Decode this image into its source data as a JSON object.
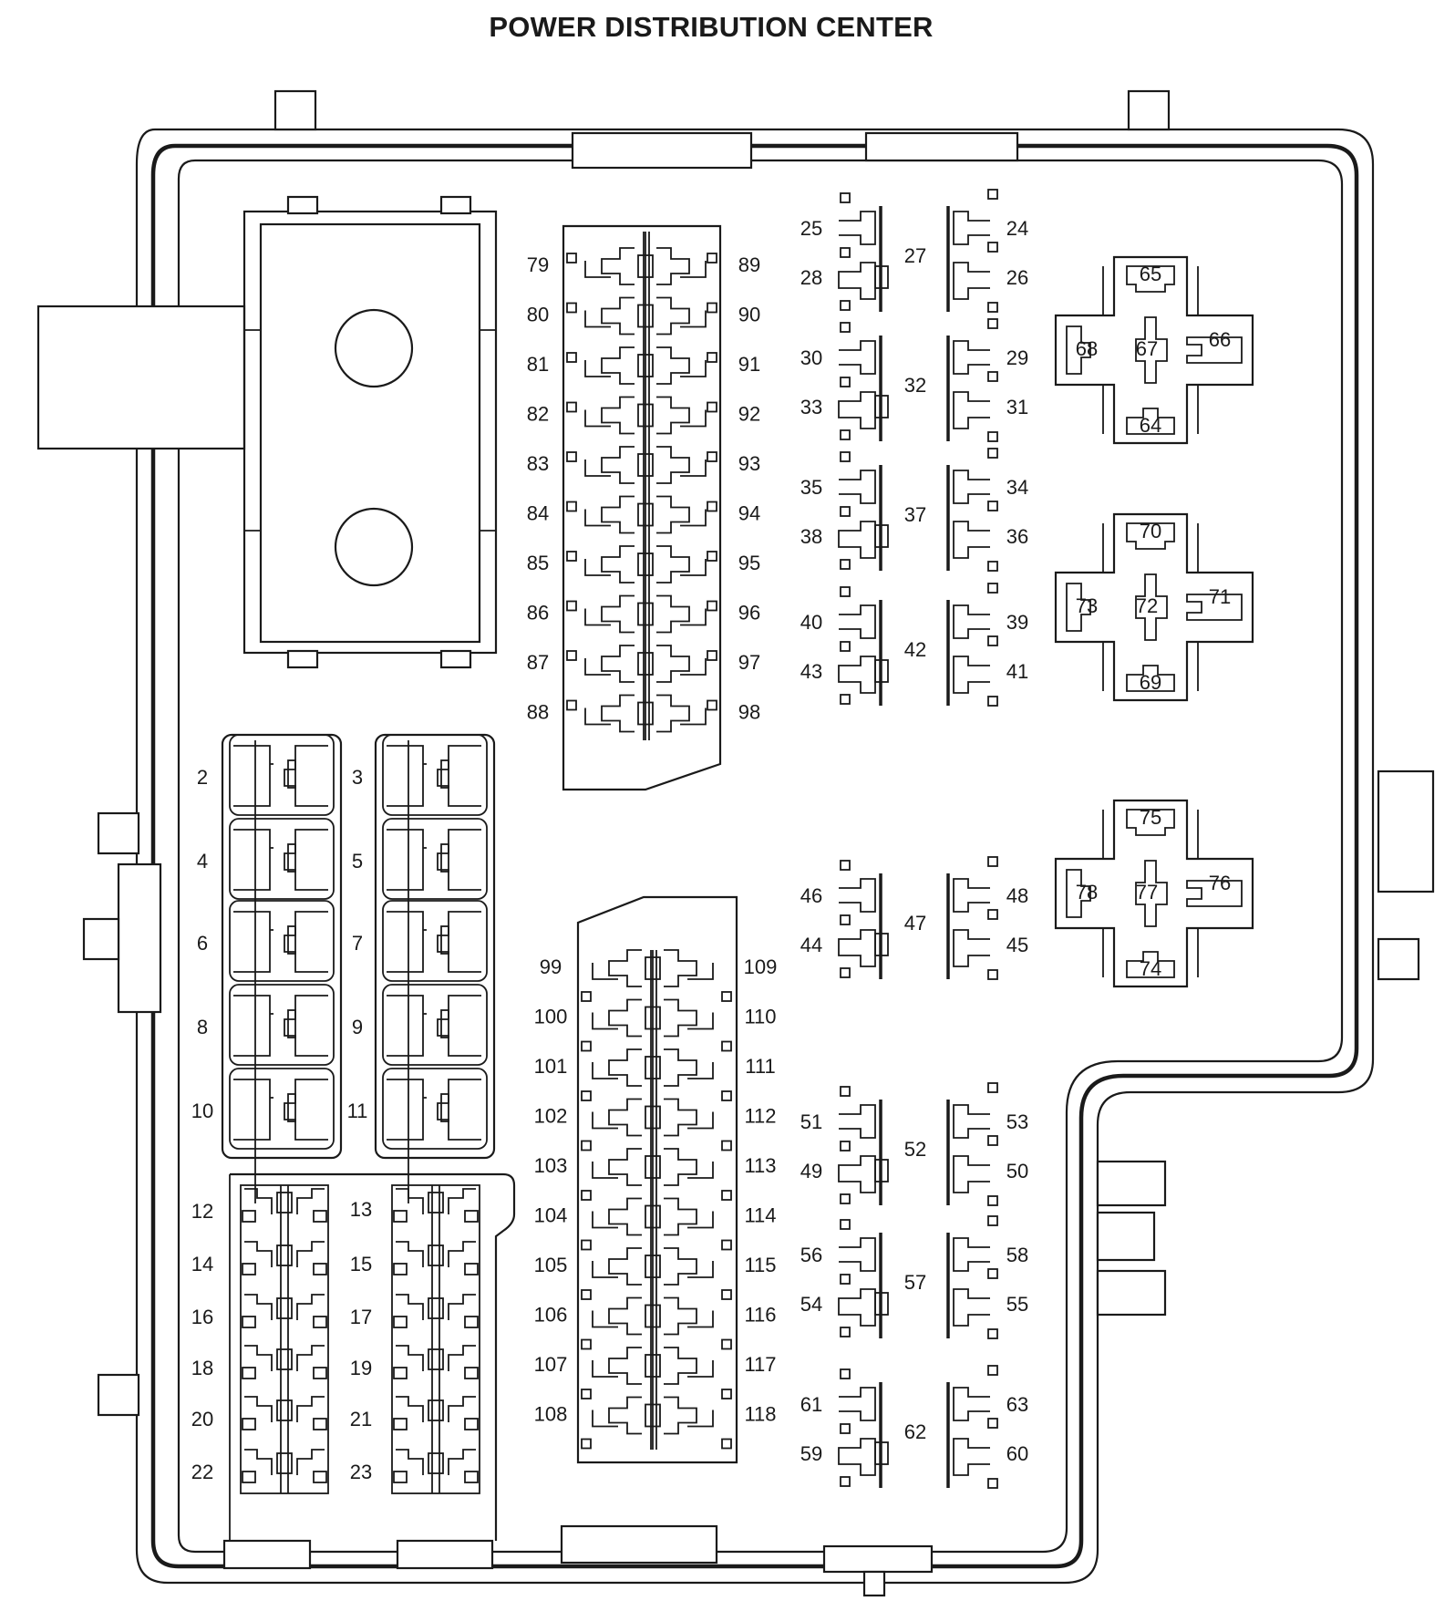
{
  "title": "POWER DISTRIBUTION CENTER",
  "left_fuses": {
    "col_a": [
      "2",
      "4",
      "6",
      "8",
      "10"
    ],
    "col_b": [
      "3",
      "5",
      "7",
      "9",
      "11"
    ]
  },
  "mini_fuses": {
    "col_a": [
      "12",
      "14",
      "16",
      "18",
      "20",
      "22"
    ],
    "col_b": [
      "13",
      "15",
      "17",
      "19",
      "21",
      "23"
    ]
  },
  "upper_bank": {
    "left": [
      "79",
      "80",
      "81",
      "82",
      "83",
      "84",
      "85",
      "86",
      "87",
      "88"
    ],
    "right": [
      "89",
      "90",
      "91",
      "92",
      "93",
      "94",
      "95",
      "96",
      "97",
      "98"
    ]
  },
  "lower_bank": {
    "left": [
      "99",
      "100",
      "101",
      "102",
      "103",
      "104",
      "105",
      "106",
      "107",
      "108"
    ],
    "right": [
      "109",
      "110",
      "111",
      "112",
      "113",
      "114",
      "115",
      "116",
      "117",
      "118"
    ]
  },
  "small_relays_upper": [
    {
      "tl": "25",
      "bl": "28",
      "c": "27",
      "tr": "24",
      "br": "26"
    },
    {
      "tl": "30",
      "bl": "33",
      "c": "32",
      "tr": "29",
      "br": "31"
    },
    {
      "tl": "35",
      "bl": "38",
      "c": "37",
      "tr": "34",
      "br": "36"
    },
    {
      "tl": "40",
      "bl": "43",
      "c": "42",
      "tr": "39",
      "br": "41"
    }
  ],
  "small_relays_lower": [
    {
      "tl": "46",
      "bl": "44",
      "c": "47",
      "tr": "48",
      "br": "45"
    },
    {
      "tl": "51",
      "bl": "49",
      "c": "52",
      "tr": "53",
      "br": "50"
    },
    {
      "tl": "56",
      "bl": "54",
      "c": "57",
      "tr": "58",
      "br": "55"
    },
    {
      "tl": "61",
      "bl": "59",
      "c": "62",
      "tr": "63",
      "br": "60"
    }
  ],
  "large_relays": [
    {
      "top": "65",
      "left": "68",
      "center": "67",
      "right": "66",
      "bottom": "64"
    },
    {
      "top": "70",
      "left": "73",
      "center": "72",
      "right": "71",
      "bottom": "69"
    },
    {
      "top": "75",
      "left": "78",
      "center": "77",
      "right": "76",
      "bottom": "74"
    }
  ]
}
